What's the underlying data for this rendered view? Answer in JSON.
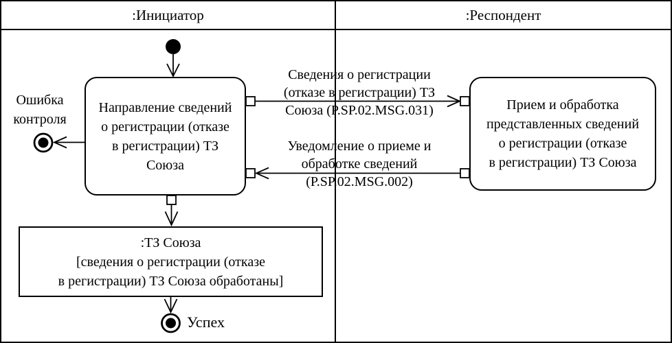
{
  "diagram": {
    "kind": "uml-activity-swimlane",
    "colors": {
      "ink": "#000000",
      "paper": "#ffffff"
    },
    "lanes": {
      "initiator": {
        "title": ":Инициатор"
      },
      "respondent": {
        "title": ":Респондент"
      }
    },
    "activities": {
      "initiator_action": "Направление сведений\nо регистрации (отказе\nв регистрации) ТЗ\nСоюза",
      "respondent_action": "Прием и обработка\nпредставленных сведений\nо регистрации (отказе\nв регистрации) ТЗ Союза"
    },
    "object_node": {
      "label": ":ТЗ Союза\n[сведения о регистрации (отказе\nв регистрации) ТЗ Союза обработаны]"
    },
    "messages": {
      "request": "Сведения о регистрации\n(отказе в регистрации) ТЗ\nСоюза (P.SP.02.MSG.031)",
      "response": "Уведомление о приеме и\nобработке сведений\n(P.SP.02.MSG.002)"
    },
    "terminals": {
      "error": "Ошибка\nконтроля",
      "success": "Успех"
    }
  }
}
